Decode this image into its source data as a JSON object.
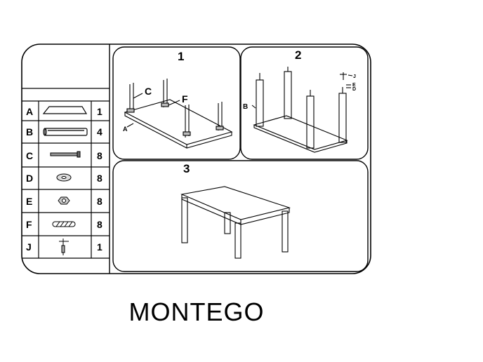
{
  "parts": [
    {
      "letter": "A",
      "qty": "1",
      "icon": "tabletop-icon"
    },
    {
      "letter": "B",
      "qty": "4",
      "icon": "leg-icon"
    },
    {
      "letter": "C",
      "qty": "8",
      "icon": "bolt-icon"
    },
    {
      "letter": "D",
      "qty": "8",
      "icon": "washer-icon"
    },
    {
      "letter": "E",
      "qty": "8",
      "icon": "nut-icon"
    },
    {
      "letter": "F",
      "qty": "8",
      "icon": "dowel-icon"
    },
    {
      "letter": "J",
      "qty": "1",
      "icon": "allen-key-icon"
    }
  ],
  "steps": {
    "step1": {
      "number": "1",
      "callout_a": "A",
      "callout_c": "C",
      "callout_f": "F"
    },
    "step2": {
      "number": "2",
      "callout_b": "B",
      "callout_j": "J",
      "callout_e": "E",
      "callout_d": "D"
    },
    "step3": {
      "number": "3"
    }
  },
  "product_name": "MONTEGO"
}
